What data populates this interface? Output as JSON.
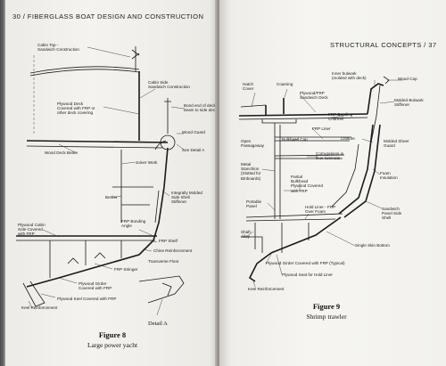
{
  "left_page": {
    "header": "30 / FIBERGLASS BOAT DESIGN AND CONSTRUCTION",
    "figure": {
      "number": "Figure 8",
      "caption": "Large power yacht"
    },
    "detail": "Detail A",
    "labels": {
      "cabin_top": "Cabin Top -\nSandwich Construction",
      "cabin_side": "Cabin Side\nSandwich Construction",
      "plywood_deck": "Plywood Deck\nCovered with FRP or\nother deck covering",
      "bond_end_beam": "Bond end of deck\nbeam to side deck",
      "wood_guard": "Wood Guard",
      "see_detail": "See Detail A",
      "wood_deck_beam": "Wood Deck Beam",
      "joiner_work": "Joiner Work",
      "berths": "Berths",
      "integral_stiffener": "Integrally Molded\nSide Shell\nStiffener",
      "frp_bonding_angle": "FRP Bonding\nAngle",
      "plywood_cabin_sole": "Plywood Cabin\nSole Covered\nwith FRP",
      "frp_shelf": "FRP Shelf",
      "chine_reinforcement": "Chine Reinforcement",
      "transverse_floor": "Transverse Floor",
      "frp_stringer": "FRP Stringer",
      "plywood_girder": "Plywood Girder\nCovered with FRP",
      "plywood_keel": "Plywood Keel Covered with FRP",
      "keel_reinforcement": "Keel Reinforcement"
    }
  },
  "right_page": {
    "header": "STRUCTURAL CONCEPTS / 37",
    "figure": {
      "number": "Figure 9",
      "caption": "Shrimp trawler"
    },
    "labels": {
      "hatch_cover": "Hatch\nCover",
      "coaming": "Coaming",
      "inner_bulwark": "Inner bulwark\n(molded with deck)",
      "wood_cap": "Wood Cap",
      "plywood_frp_deck": "Plywood/FRP\nSandwich Deck",
      "molded_bulwark": "Molded Bulwark\nStiffener",
      "frp_bonding_channel": "FRP Bonding\nChannel",
      "frp_liner": "FRP Liner",
      "bulkhead_cap": "Bulkhead Cap",
      "closure": "Closure",
      "molded_sheer_guard": "Molded Sheer\nGuard",
      "open_passageway": "Open\nPassageway",
      "corrugations": "Corrugations in\nliner laminate",
      "metal_stanchion": "Metal\nStanchion\n(Slotted for\nBinboards)",
      "partial_bulkhead": "Partial\nBulkhead\nPlywood Covered\nwith FRP",
      "foam_insulation": "Foam\nInsulation",
      "portable_panel": "Portable\nPanel",
      "hold_liner": "Hold Liner - FRP\nOver Foam",
      "sandwich_panel": "Sandwich\nPanel Side\nShell",
      "shaft_alley": "Shaft\nAlley",
      "single_skin": "Single Skin Bottom",
      "plywood_girder_typical": "Plywood Girder Covered with FRP (Typical)",
      "plywood_seat": "Plywood Seat for Hold Liner",
      "keel_reinforcement": "Keel Reinforcement"
    }
  }
}
